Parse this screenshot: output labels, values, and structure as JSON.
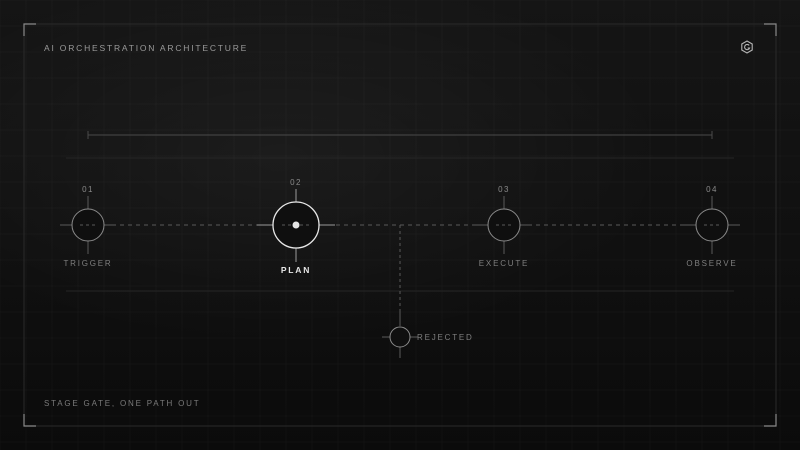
{
  "header": {
    "title": "AI ORCHESTRATION ARCHITECTURE",
    "logo_icon": "g-hexagon-logo-icon"
  },
  "stages": [
    {
      "number": "01",
      "label": "TRIGGER",
      "active": false
    },
    {
      "number": "02",
      "label": "PLAN",
      "active": true
    },
    {
      "number": "03",
      "label": "EXECUTE",
      "active": false
    },
    {
      "number": "04",
      "label": "OBSERVE",
      "active": false
    }
  ],
  "branch": {
    "label": "REJECTED"
  },
  "footer": {
    "caption": "STAGE GATE, ONE PATH OUT"
  },
  "colors": {
    "background": "#0d0d0d",
    "line": "#5a5a5a",
    "active": "#e6e6e6",
    "muted_text": "#7f7f7f"
  }
}
